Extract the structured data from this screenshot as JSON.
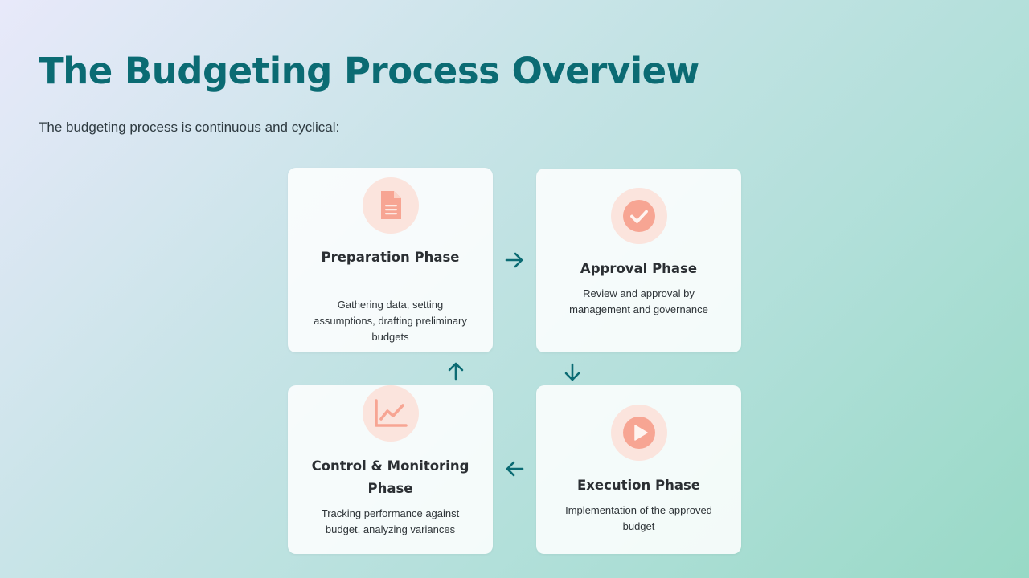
{
  "slide": {
    "title": "The Budgeting Process Overview",
    "subtitle": "The budgeting process is continuous and cyclical:"
  },
  "phases": [
    {
      "title": "Preparation Phase",
      "description": "Gathering data, setting assumptions, drafting preliminary budgets",
      "icon": "document-icon"
    },
    {
      "title": "Approval Phase",
      "description": "Review and approval by management and governance",
      "icon": "check-circle-icon"
    },
    {
      "title": "Execution Phase",
      "description": "Implementation of the approved budget",
      "icon": "play-circle-icon"
    },
    {
      "title": "Control & Monitoring Phase",
      "description": "Tracking performance against budget, analyzing variances",
      "icon": "line-chart-icon"
    }
  ],
  "colors": {
    "title": "#0b6b73",
    "arrow": "#0b6b73",
    "icon": "#f7a593",
    "icon_bg": "#fbe4dd"
  }
}
